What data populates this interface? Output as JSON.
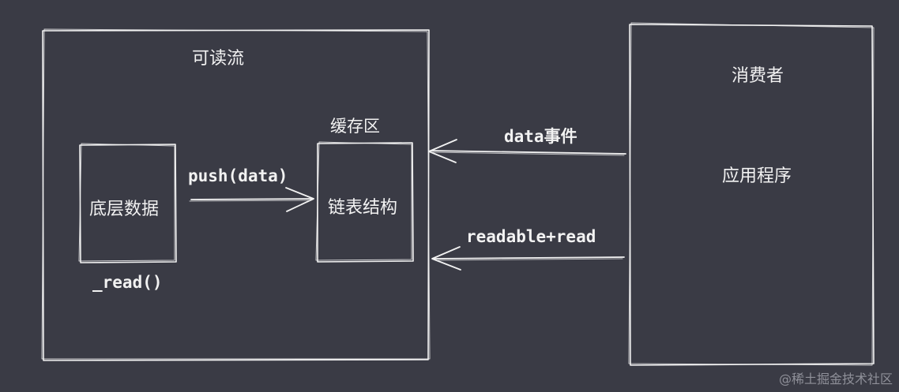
{
  "readable_stream": {
    "title": "可读流",
    "source_box_label": "底层数据",
    "read_method_label": "_read()",
    "push_label": "push(data)",
    "buffer_title": "缓存区",
    "buffer_box_label": "链表结构"
  },
  "consumer": {
    "title": "消费者",
    "app_label": "应用程序"
  },
  "arrows": {
    "data_event_label": "data事件",
    "readable_read_label": "readable+read"
  },
  "watermark": "@稀土掘金技术社区",
  "colors": {
    "background": "#3a3b45",
    "stroke": "#f2f2f2",
    "watermark": "#8f9099"
  }
}
